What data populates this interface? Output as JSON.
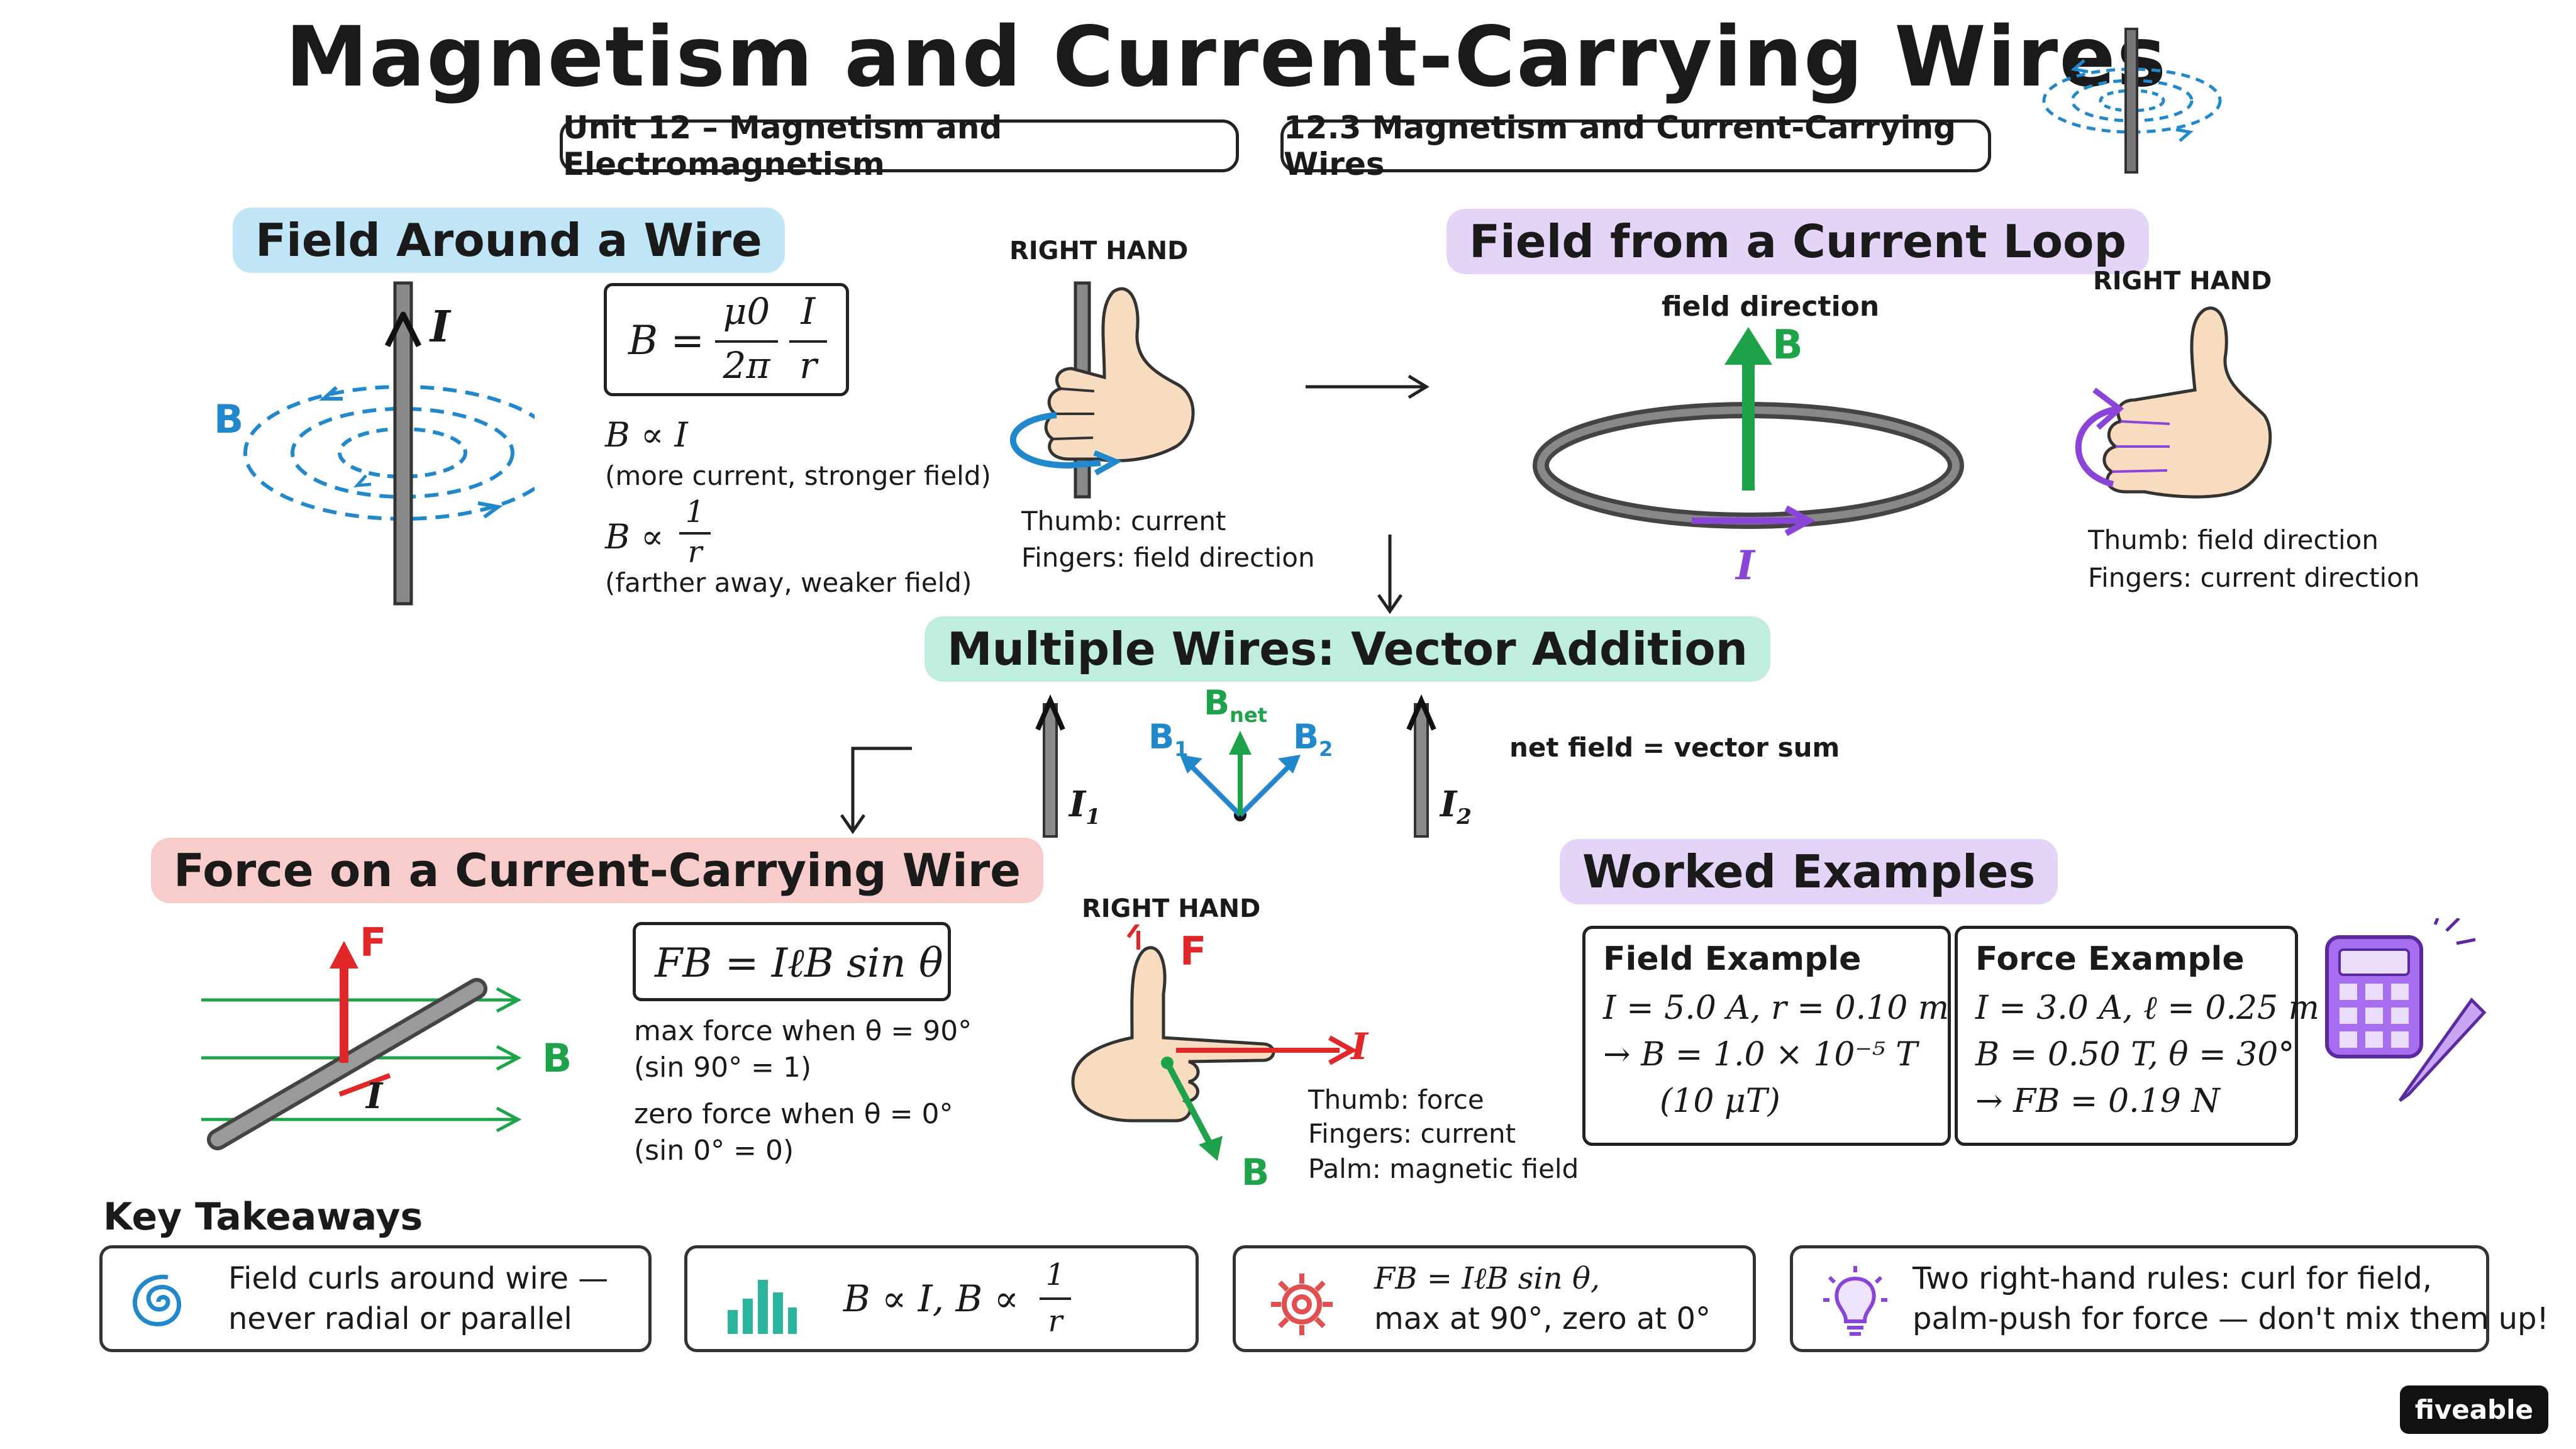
{
  "header": {
    "title": "Magnetism and Current-Carrying Wires",
    "unit_pill": "Unit 12 – Magnetism and Electromagnetism",
    "section_pill": "12.3 Magnetism and Current-Carrying Wires"
  },
  "field_wire": {
    "heading": "Field Around a Wire",
    "label_i": "I",
    "label_b": "B",
    "formula_lhs": "B =",
    "formula_num1": "μ0",
    "formula_den1": "2π",
    "formula_num2": "I",
    "formula_den2": "r",
    "prop1": "B ∝ I",
    "prop1_note": "(more current, stronger field)",
    "prop2_lhs": "B ∝",
    "prop2_num": "1",
    "prop2_den": "r",
    "prop2_note": "(farther away, weaker field)"
  },
  "right_hand_1": {
    "title": "RIGHT HAND",
    "caption1": "Thumb: current",
    "caption2": "Fingers: field direction"
  },
  "loop": {
    "heading": "Field from a Current Loop",
    "field_direction": "field direction",
    "label_b": "B",
    "label_i": "I",
    "hand_title": "RIGHT HAND",
    "caption1": "Thumb: field direction",
    "caption2": "Fingers: current direction"
  },
  "multiple": {
    "heading": "Multiple Wires: Vector Addition",
    "i1": "I",
    "i1_sub": "1",
    "i2": "I",
    "i2_sub": "2",
    "b1": "B",
    "b1_sub": "1",
    "b2": "B",
    "b2_sub": "2",
    "bnet": "B",
    "bnet_sub": "net",
    "note": "net field = vector sum"
  },
  "force": {
    "heading": "Force on a Current-Carrying Wire",
    "label_f": "F",
    "label_b": "B",
    "label_i": "I",
    "formula": "FB = IℓB sin θ",
    "max1": "max force when θ = 90°",
    "max2": "(sin 90° = 1)",
    "zero1": "zero force when θ = 0°",
    "zero2": "(sin 0° = 0)"
  },
  "right_hand_2": {
    "title": "RIGHT HAND",
    "label_f": "F",
    "label_i": "I",
    "label_b": "B",
    "caption1": "Thumb: force",
    "caption2": "Fingers: current",
    "caption3": "Palm: magnetic field"
  },
  "examples": {
    "heading": "Worked Examples",
    "field_head": "Field Example",
    "field_l1": "I = 5.0 A, r = 0.10 m",
    "field_l2": "→ B = 1.0 × 10⁻⁵ T",
    "field_l3": "(10 μT)",
    "force_head": "Force Example",
    "force_l1": "I = 3.0 A, ℓ = 0.25 m",
    "force_l2": "B = 0.50 T, θ = 30°",
    "force_l3": "→ FB = 0.19 N",
    "calc_icon": "calculator-icon",
    "pencil_icon": "pencil-icon"
  },
  "takeaways": {
    "heading": "Key Takeaways",
    "t1a": "Field curls around wire —",
    "t1b": "never radial or parallel",
    "t2": "B ∝ I, B ∝",
    "t2_num": "1",
    "t2_den": "r",
    "t3a": "FB = IℓB sin θ,",
    "t3b": "max at 90°, zero at 0°",
    "t4a": "Two right-hand rules: curl for field,",
    "t4b": "palm-push for force — don't mix them up!",
    "icons": [
      "spiral-icon",
      "bar-chart-icon",
      "gear-icon",
      "lightbulb-icon"
    ]
  },
  "brand": "fiveable",
  "colors": {
    "blue": "#2288cc",
    "green": "#1fa34a",
    "purple": "#8a44d8",
    "red": "#e02828",
    "skin": "#f8dcc0"
  }
}
